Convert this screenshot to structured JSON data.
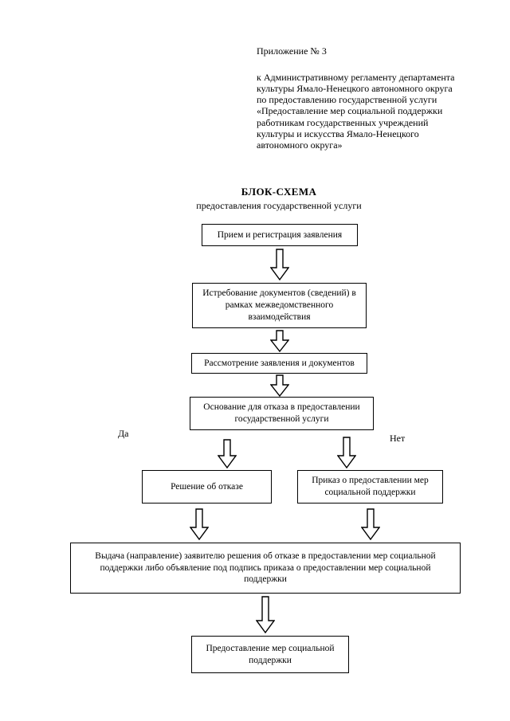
{
  "header": {
    "appendix_label": "Приложение № 3",
    "reference": "к Административному регламенту департамента\nкультуры Ямало-Ненецкого автономного округа\nпо предоставлению государственной услуги\n«Предоставление мер социальной поддержки\nработникам государственных учреждений\nкультуры и искусства Ямало-Ненецкого\nавтономного округа»",
    "title": "БЛОК-СХЕМА",
    "subtitle": "предоставления государственной услуги"
  },
  "flowchart": {
    "reception": "Прием и регистрация заявления",
    "request_documents": "Истребование документов (сведений) в рамках межведомственного взаимодействия",
    "review": "Рассмотрение заявления и документов",
    "refusal_grounds": "Основание для отказа в предоставлении государственной услуги",
    "branch_yes": "Да",
    "branch_no": "Нет",
    "refusal_decision": "Решение об отказе",
    "support_order": "Приказ о предоставлении мер социальной поддержки",
    "issuance": "Выдача (направление) заявителю решения об отказе в предоставлении мер социальной поддержки либо объявление под подпись приказа о предоставлении мер социальной поддержки",
    "provision": "Предоставление мер социальной поддержки"
  },
  "colors": {
    "ink": "#000000",
    "paper": "#ffffff"
  }
}
